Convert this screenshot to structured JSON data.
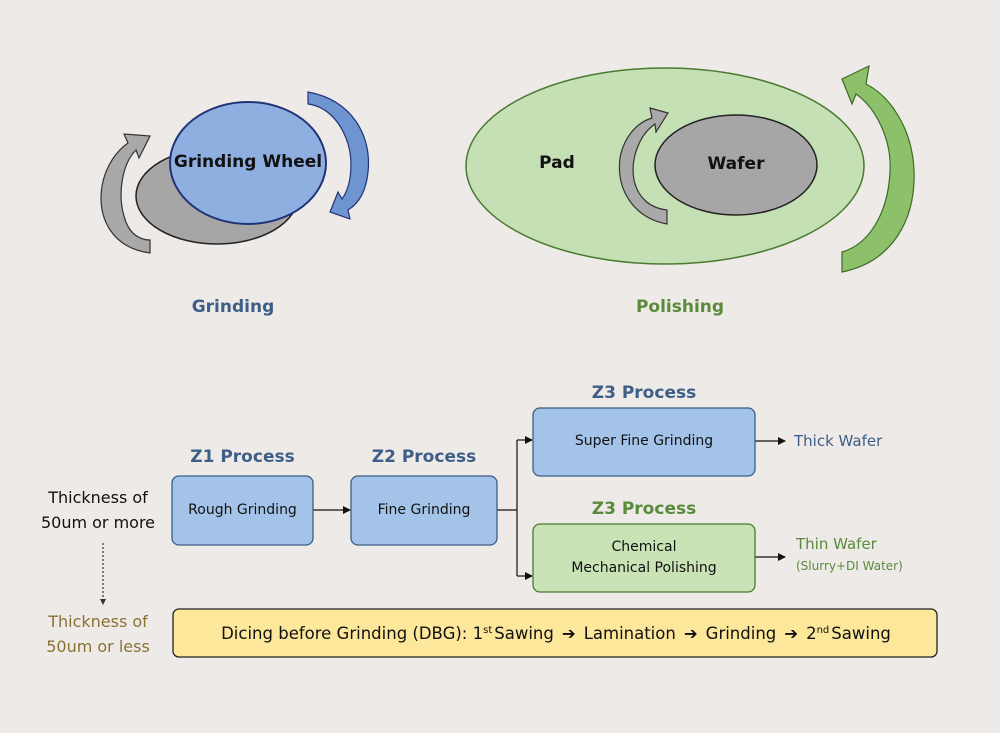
{
  "top": {
    "grinding": {
      "wheel_label": "Grinding Wheel",
      "caption": "Grinding"
    },
    "polishing": {
      "pad_label": "Pad",
      "wafer_label": "Wafer",
      "caption": "Polishing"
    }
  },
  "flow": {
    "z1": {
      "title": "Z1 Process",
      "box": "Rough Grinding"
    },
    "z2": {
      "title": "Z2 Process",
      "box": "Fine Grinding"
    },
    "z3_top": {
      "title": "Z3 Process",
      "box": "Super Fine Grinding",
      "result": "Thick Wafer"
    },
    "z3_bottom": {
      "title": "Z3 Process",
      "box_line1": "Chemical",
      "box_line2": "Mechanical Polishing",
      "result": "Thin Wafer",
      "result_note": "(Slurry+DI Water)"
    },
    "thickness_more_line1": "Thickness of",
    "thickness_more_line2": "50um or more",
    "thickness_less_line1": "Thickness of",
    "thickness_less_line2": "50um or less",
    "dbg": {
      "prefix": "Dicing before Grinding (DBG): ",
      "step1_num": "1",
      "step1_sup": "st",
      "step1_label": "Sawing",
      "arrow": "➔",
      "step2": "Lamination",
      "step3": "Grinding",
      "step4_num": "2",
      "step4_sup": "nd",
      "step4_label": "Sawing"
    }
  },
  "colors": {
    "background": "#eeeae7",
    "blue_box": "#a3c4e8",
    "blue_title": "#3d5f87",
    "green_box": "#c9e3b7",
    "green_title": "#5a8a3c",
    "dbg_box": "#fce79a",
    "gold_text": "#8a7234"
  }
}
